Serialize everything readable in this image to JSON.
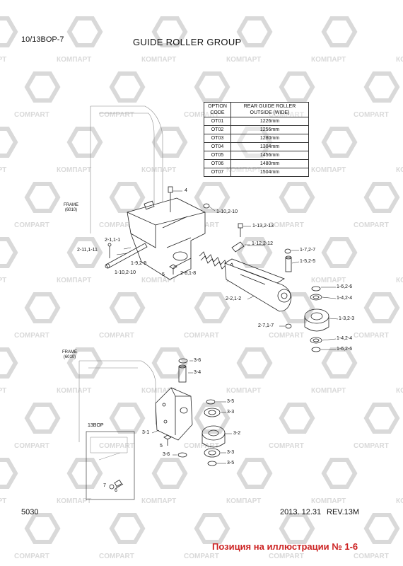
{
  "header": {
    "model_code": "10/13BOP-7",
    "title": "GUIDE ROLLER GROUP"
  },
  "option_table": {
    "headers": [
      "OPTION CODE",
      "REAR GUIDE ROLLER OUTSIDE (WIDE)"
    ],
    "rows": [
      [
        "OT01",
        "1226mm"
      ],
      [
        "OT02",
        "1256mm"
      ],
      [
        "OT03",
        "1280mm"
      ],
      [
        "OT04",
        "1304mm"
      ],
      [
        "OT05",
        "1456mm"
      ],
      [
        "OT06",
        "1480mm"
      ],
      [
        "OT07",
        "1504mm"
      ]
    ]
  },
  "labels": {
    "frame_top": "FRAME\n(6010)",
    "frame_bottom": "FRAME\n(6010)",
    "c4": "4",
    "c1_10_2_10_top": "1-10,2-10",
    "c1_13_2_13": "1-13,2-13",
    "c2_1_1_1": "2-1,1-1",
    "c2_11_1_11": "2-11,1-11",
    "c1_12_2_12": "1-12,2-12",
    "c1_7_2_7": "1-7,2-7",
    "c1_5_2_5": "1-5,2-5",
    "c1_9_2_9": "1-9,2-9",
    "c1_10_2_10_bot": "1-10,2-10",
    "c5_top": "5",
    "c2_8_1_8": "2-8,1-8",
    "c1_6_2_6_top": "1-6,2-6",
    "c2_2_1_2": "2-2,1-2",
    "c1_4_2_4_top": "1-4,2-4",
    "c1_3_2_3": "1-3,2-3",
    "c2_7_1_7": "2-7,1-7",
    "c1_4_2_4_bot": "1-4,2-4",
    "c1_6_2_6_bot": "1-6,2-6",
    "c3_6_top": "3-6",
    "c3_4": "3-4",
    "c3_5_top": "3-5",
    "c3_3_top": "3-3",
    "inset_title": "13BOP",
    "c3_1": "3-1",
    "c3_2": "3-2",
    "c5_bot": "5",
    "c3_6_bot": "3-6",
    "c3_3_bot": "3-3",
    "c3_5_bot": "3-5",
    "c7": "7",
    "c6": "6"
  },
  "footer": {
    "page": "5030",
    "date": "2013. 12.31",
    "revision": "REV.13M",
    "position_note": "Позиция на иллюстрации № 1-6"
  },
  "watermark": {
    "text_cyrillic": "КОМПАРТ",
    "text_latin": "COMPART",
    "color": "#d9d9d9"
  },
  "colors": {
    "line": "#222222",
    "note_red": "#cc2222"
  }
}
